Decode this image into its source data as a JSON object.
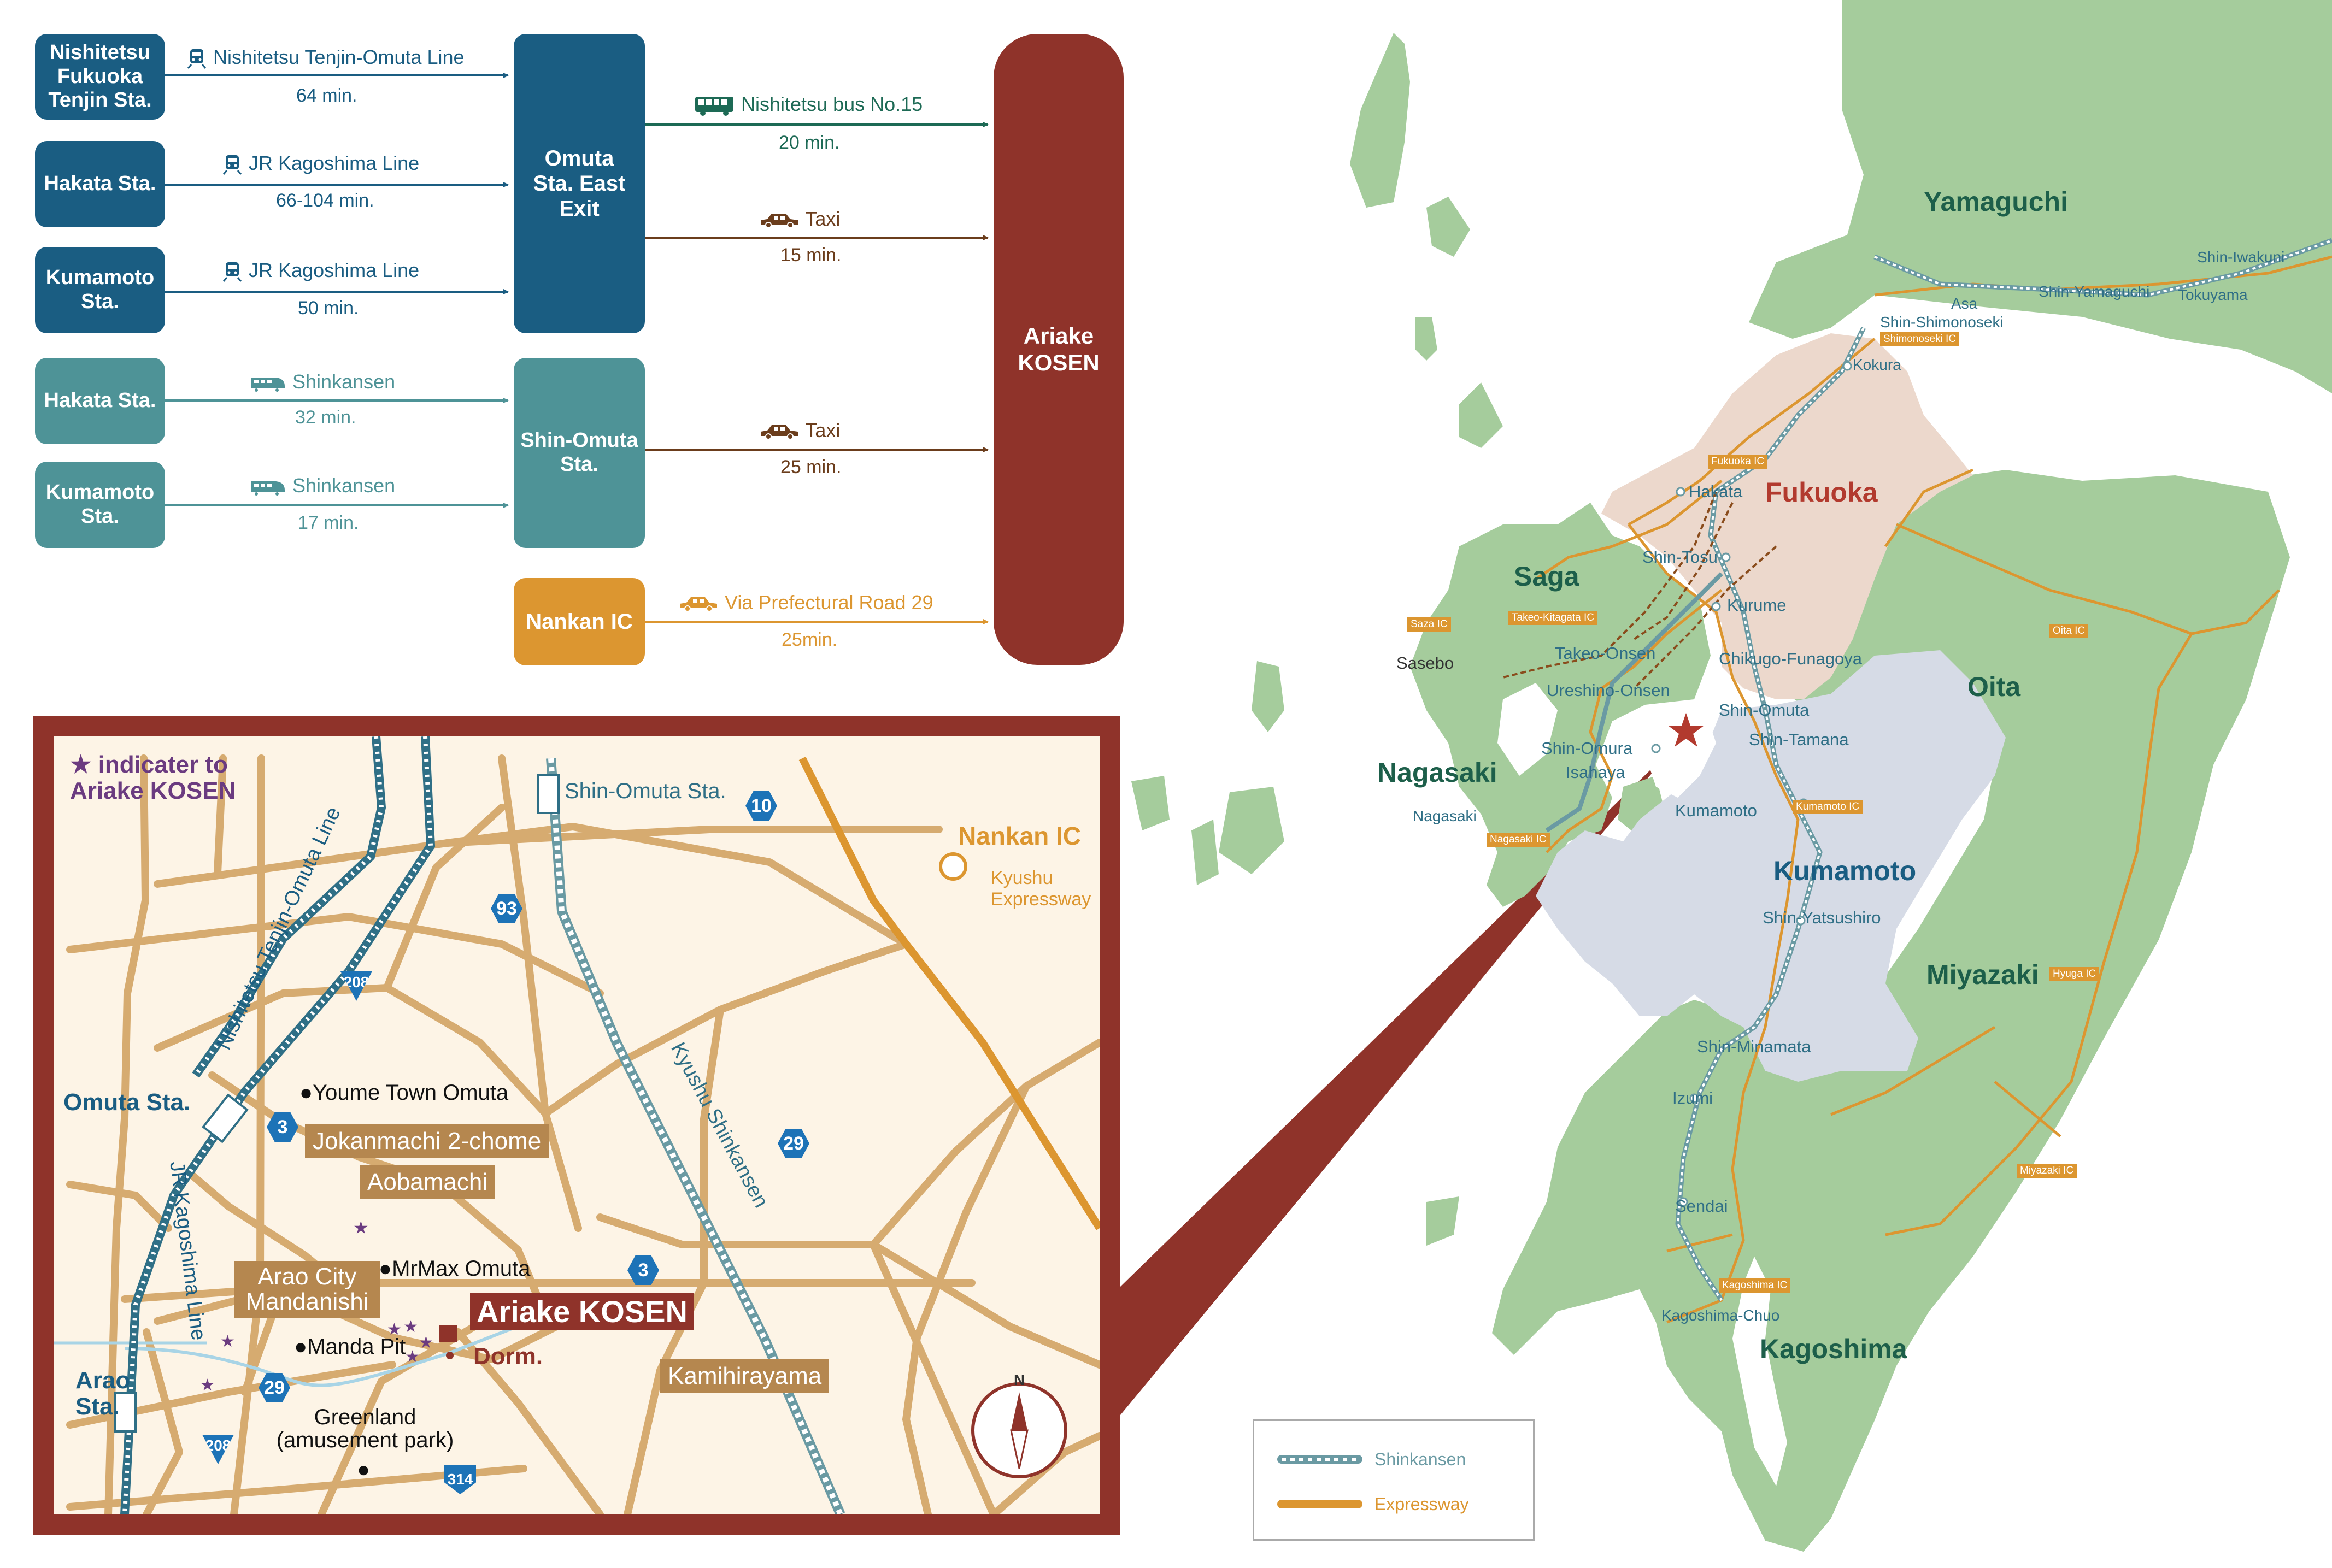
{
  "flow": {
    "origins": [
      {
        "label": "Nishitetsu Fukuoka Tenjin Sta.",
        "color": "navy"
      },
      {
        "label": "Hakata Sta.",
        "color": "navy"
      },
      {
        "label": "Kumamoto Sta.",
        "color": "navy"
      },
      {
        "label": "Hakata Sta.",
        "color": "teal"
      },
      {
        "label": "Kumamoto Sta.",
        "color": "teal"
      }
    ],
    "legs": [
      {
        "icon": "train-icon",
        "line": "Nishitetsu Tenjin-Omuta Line",
        "time": "64 min."
      },
      {
        "icon": "train-icon",
        "line": "JR Kagoshima Line",
        "time": "66-104 min."
      },
      {
        "icon": "train-icon",
        "line": "JR Kagoshima Line",
        "time": "50 min."
      },
      {
        "icon": "shinkansen-icon",
        "line": "Shinkansen",
        "time": "32 min."
      },
      {
        "icon": "shinkansen-icon",
        "line": "Shinkansen",
        "time": "17 min."
      }
    ],
    "hubs": {
      "omuta": "Omuta Sta. East Exit",
      "shin_omuta": "Shin-Omuta Sta.",
      "nankan": "Nankan IC"
    },
    "final_legs": [
      {
        "icon": "bus-icon",
        "line": "Nishitetsu bus No.15",
        "time": "20 min."
      },
      {
        "icon": "taxi-icon",
        "line": "Taxi",
        "time": "15 min."
      },
      {
        "icon": "taxi-icon",
        "line": "Taxi",
        "time": "25 min."
      },
      {
        "icon": "taxi-icon",
        "line": "Via Prefectural Road 29",
        "time": "25min."
      }
    ],
    "destination": "Ariake KOSEN"
  },
  "local_map": {
    "legend": "indicater to Ariake KOSEN",
    "stations": {
      "omuta": "Omuta Sta.",
      "arao": "Arao Sta.",
      "shin_omuta": "Shin-Omuta Sta.",
      "nankan": "Nankan IC"
    },
    "lines": {
      "nishitetsu": "Nishitetsu Tenjin-Omuta Line",
      "jr": "JR Kagoshima Line",
      "shinkansen": "Kyushu Shinkansen",
      "expressway": "Kyushu Expressway"
    },
    "destination": "Ariake KOSEN",
    "dorm": "Dorm.",
    "tags": {
      "jokanmachi": "Jokanmachi 2-chome",
      "aobamachi": "Aobamachi",
      "arao_city": "Arao City Mandanishi",
      "kamihirayama": "Kamihirayama"
    },
    "landmarks": {
      "youme": "Youme Town Omuta",
      "mrmax": "MrMax Omuta",
      "manda": "Manda Pit",
      "greenland": "Greenland (amusement park)"
    },
    "routes": {
      "r10": "10",
      "r93": "93",
      "r208a": "208",
      "r3a": "3",
      "r29a": "29",
      "r3b": "3",
      "r29b": "29",
      "r208b": "208",
      "r314": "314"
    },
    "compass": "N"
  },
  "kyushu_map": {
    "prefectures": {
      "yamaguchi": "Yamaguchi",
      "fukuoka": "Fukuoka",
      "saga": "Saga",
      "nagasaki": "Nagasaki",
      "oita": "Oita",
      "kumamoto": "Kumamoto",
      "miyazaki": "Miyazaki",
      "kagoshima": "Kagoshima"
    },
    "stations": {
      "shin_iwakuni": "Shin-Iwakuni",
      "asa": "Asa",
      "shin_yamaguchi": "Shin-Yamaguchi",
      "tokuyama": "Tokuyama",
      "shin_shimonoseki": "Shin-Shimonoseki",
      "kokura": "Kokura",
      "hakata": "Hakata",
      "shin_tosu": "Shin-Tosu",
      "kurume": "Kurume",
      "chikugo": "Chikugo-Funagoya",
      "takeo": "Takeo-Onsen",
      "ureshino": "Ureshino-Onsen",
      "sasebo": "Sasebo",
      "shin_omura": "Shin-Omura",
      "isahaya": "Isahaya",
      "nagasaki": "Nagasaki",
      "shin_omuta": "Shin-Omuta",
      "shin_tamana": "Shin-Tamana",
      "kumamoto": "Kumamoto",
      "shin_yatsushiro": "Shin-Yatsushiro",
      "shin_minamata": "Shin-Minamata",
      "izumi": "Izumi",
      "sendai": "Sendai",
      "kagoshima_chuo": "Kagoshima-Chuo"
    },
    "ics": {
      "shimonoseki": "Shimonoseki IC",
      "fukuoka": "Fukuoka IC",
      "takeo_kitagata": "Takeo-Kitagata IC",
      "saza": "Saza IC",
      "nagasaki": "Nagasaki IC",
      "kumamoto": "Kumamoto IC",
      "oita": "Oita IC",
      "hyuga": "Hyuga IC",
      "miyazaki": "Miyazaki IC",
      "kagoshima": "Kagoshima IC"
    },
    "legend": {
      "shinkansen": "Shinkansen",
      "expressway": "Expressway"
    }
  },
  "colors": {
    "navy": "#1a5d82",
    "teal": "#4e9397",
    "orange": "#dc9630",
    "maroon": "#8f332a",
    "taxi": "#6b3d1c",
    "bus": "#1d6a55",
    "local_bg": "#fdf4e6",
    "road": "#d6ab70",
    "land": "#a5cc9c",
    "fukuoka_area": "#ecd8cc",
    "kumamoto_area": "#d6dbe6",
    "prefecture_label": "#1d5f4a"
  }
}
